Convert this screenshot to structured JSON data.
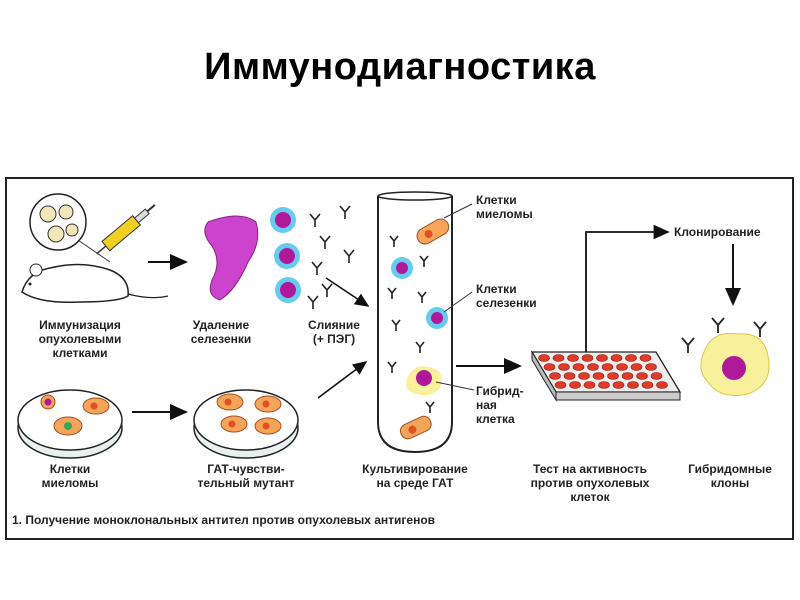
{
  "title": "Иммунодиагностика",
  "labels": {
    "immunization": [
      "Иммунизация",
      "опухолевыми",
      "клетками"
    ],
    "spleen_removal": [
      "Удаление",
      "селезенки"
    ],
    "fusion": [
      "Слияние",
      "(+ ПЭГ)"
    ],
    "myeloma_top": [
      "Клетки",
      "миеломы"
    ],
    "spleen_cells": [
      "Клетки",
      "селезенки"
    ],
    "hybrid": [
      "Гибрид-",
      "ная",
      "клетка"
    ],
    "cloning": "Клонирование",
    "myeloma_bottom": [
      "Клетки",
      "миеломы"
    ],
    "gat_mutant": [
      "ГАТ-чувстви-",
      "тельный мутант"
    ],
    "cultivation": [
      "Культивирование",
      "на среде ГАТ"
    ],
    "activity_test": [
      "Тест на активность",
      "против опухолевых",
      "клеток"
    ],
    "hybridoma": [
      "Гибридомные",
      "клоны"
    ]
  },
  "caption": "1. Получение моноклональных антител против опухолевых антигенов",
  "colors": {
    "spleen": "#cc44cc",
    "cell_purple": "#b0189a",
    "cell_halo": "#66ccee",
    "myeloma_red": "#e05020",
    "myeloma_body": "#f5a55a",
    "hybrid_halo": "#f8f09a",
    "plate_well": "#e03a28",
    "syringe": "#f0d020",
    "green_cell": "#33aa55"
  }
}
